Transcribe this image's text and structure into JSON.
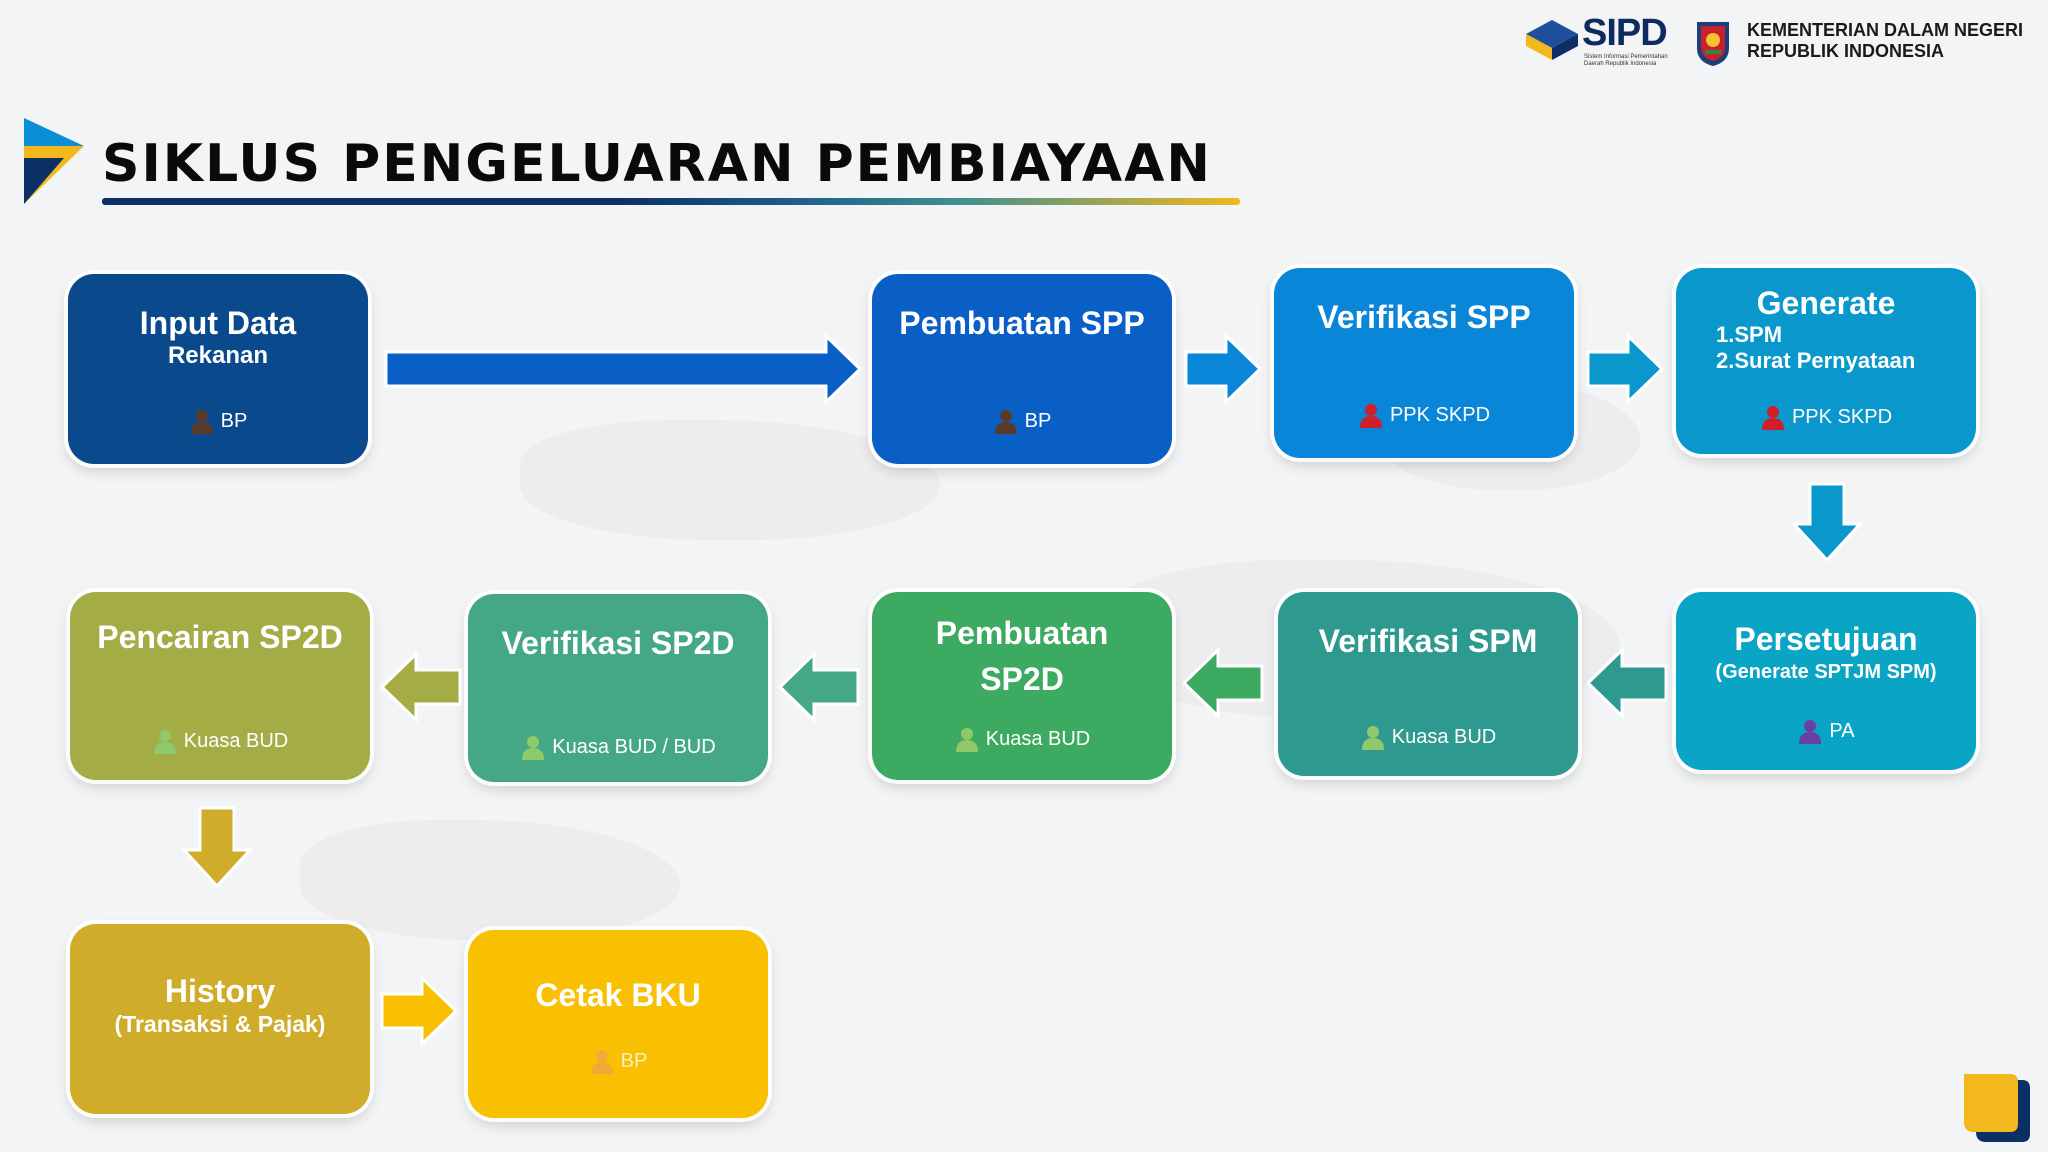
{
  "header": {
    "sipd_logo_text": "SIPD",
    "sipd_logo_subtitle": "Sistem Informasi Pemerintahan Daerah Republik Indonesia",
    "ministry_line1": "KEMENTERIAN DALAM NEGERI",
    "ministry_line2": "REPUBLIK INDONESIA"
  },
  "title": "SIKLUS PENGELUARAN PEMBIAYAAN",
  "steps": {
    "input_data": {
      "title": "Input Data",
      "subtitle": "Rekanan",
      "role": "BP"
    },
    "pembuatan_spp": {
      "title": "Pembuatan SPP",
      "role": "BP"
    },
    "verifikasi_spp": {
      "title": "Verifikasi SPP",
      "role": "PPK SKPD"
    },
    "generate": {
      "title": "Generate",
      "item1": "1.SPM",
      "item2": "2.Surat Pernyataan",
      "role": "PPK SKPD"
    },
    "persetujuan": {
      "title": "Persetujuan",
      "subtitle": "(Generate SPTJM SPM)",
      "role": "PA"
    },
    "verifikasi_spm": {
      "title": "Verifikasi SPM",
      "role": "Kuasa BUD"
    },
    "pembuatan_sp2d": {
      "title_line1": "Pembuatan",
      "title_line2": "SP2D",
      "role": "Kuasa BUD"
    },
    "verifikasi_sp2d": {
      "title": "Verifikasi SP2D",
      "role": "Kuasa BUD / BUD"
    },
    "pencairan_sp2d": {
      "title": "Pencairan SP2D",
      "role": "Kuasa BUD"
    },
    "history": {
      "title": "History",
      "subtitle": "(Transaksi & Pajak)"
    },
    "cetak_bku": {
      "title": "Cetak BKU",
      "role": "BP"
    }
  },
  "colors": {
    "input_data": "#0a4a8c",
    "pembuatan_spp": "#0a5fc6",
    "verifikasi_spp": "#0a86d8",
    "generate": "#0a98cc",
    "persetujuan": "#0aa4c4",
    "verifikasi_spm": "#2e9a8f",
    "pembuatan_sp2d": "#3caa60",
    "verifikasi_sp2d": "#45a884",
    "pencairan_sp2d": "#a3ac45",
    "history": "#d0ac2b",
    "cetak_bku": "#f8c000",
    "role_brown": "#5a3b2a",
    "role_red": "#d01f28",
    "role_purple": "#6b3fa0",
    "role_green": "#8fc96a",
    "role_orange": "#f2a24a"
  }
}
